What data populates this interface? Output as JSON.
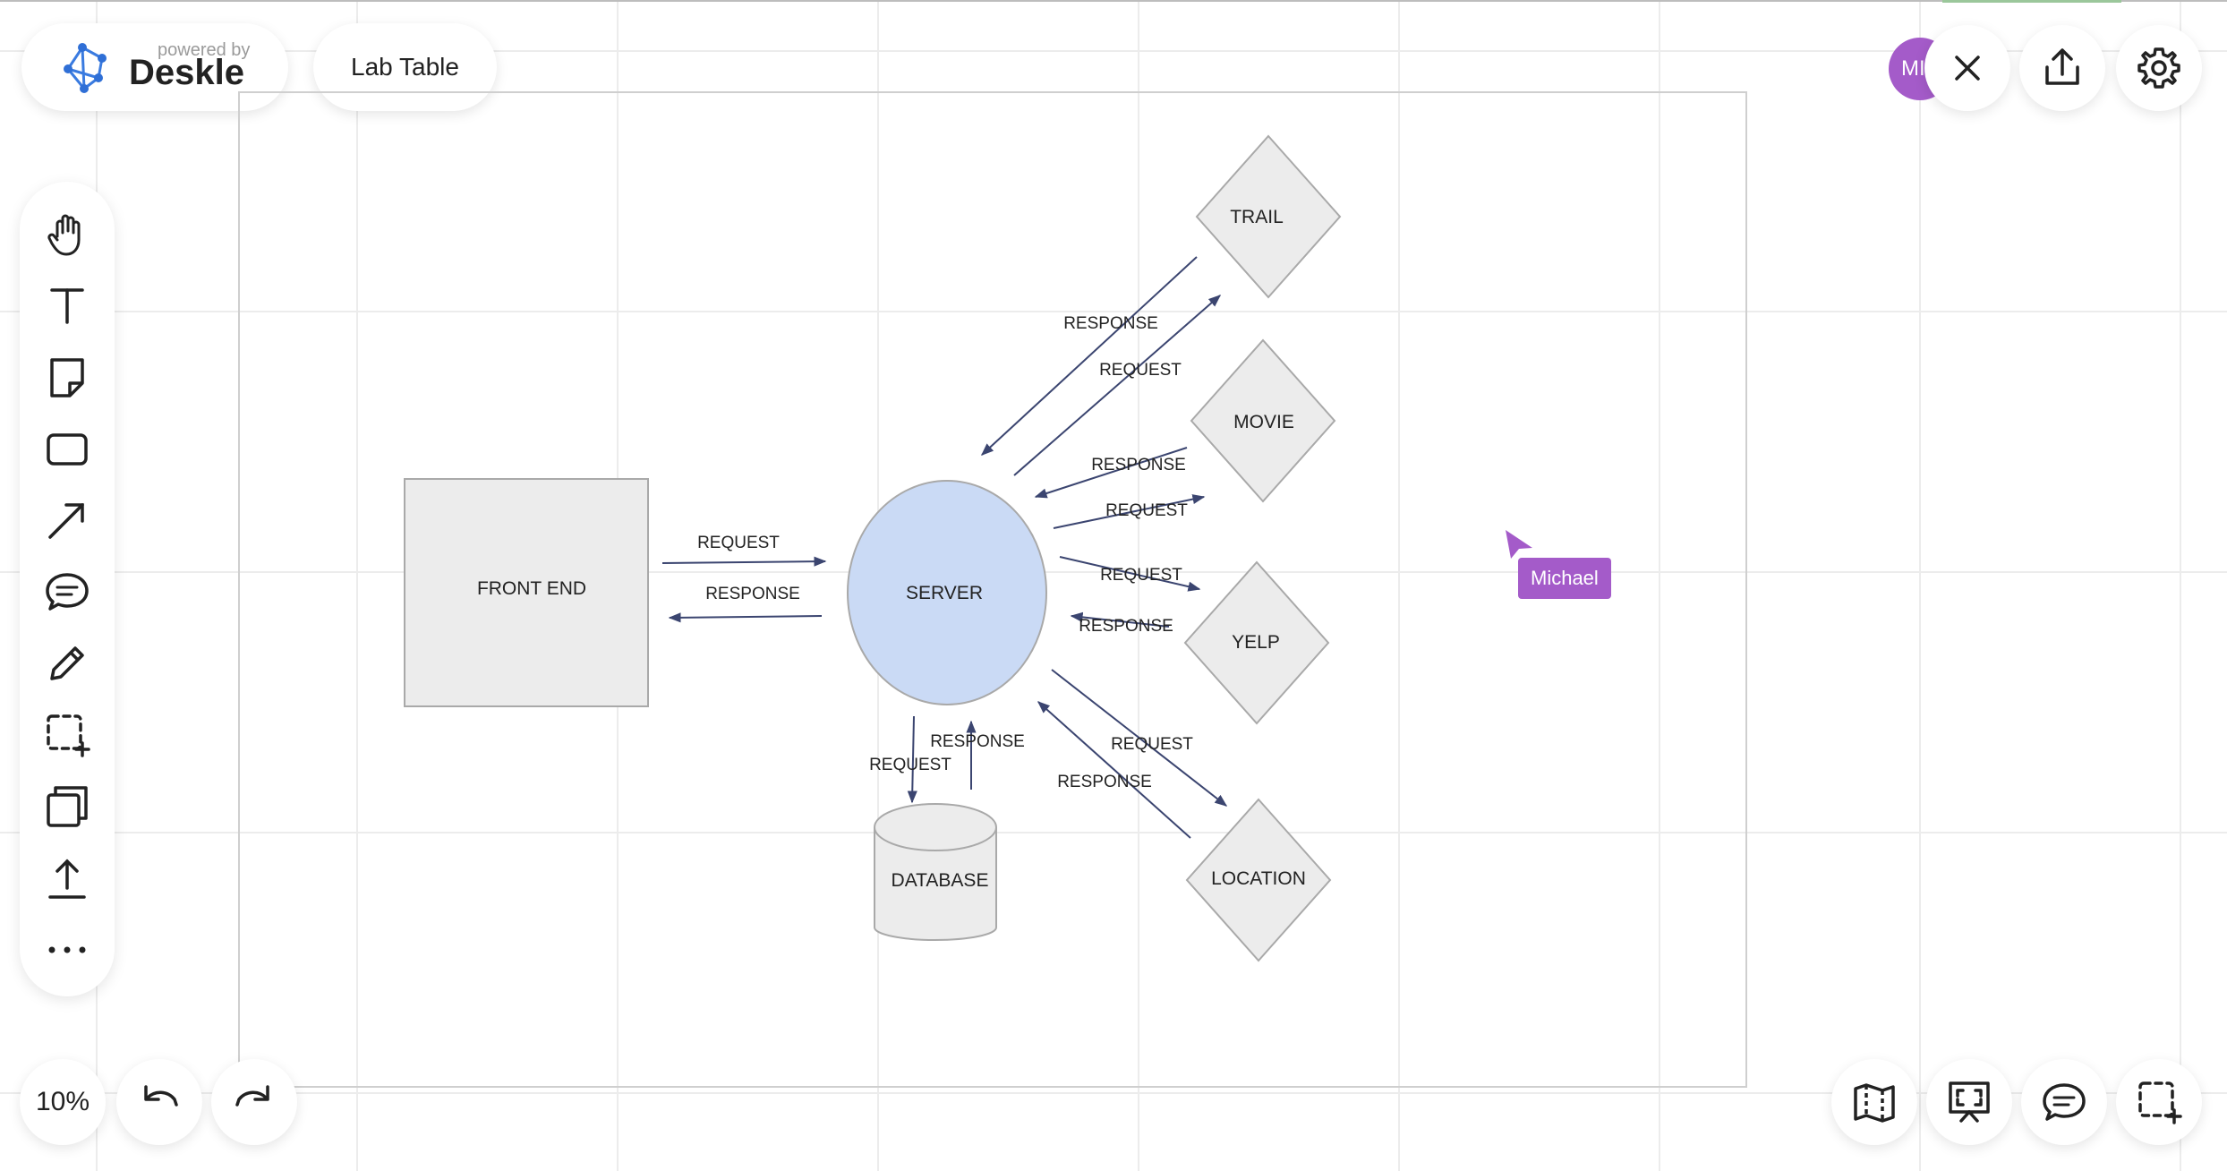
{
  "app": {
    "powered_by": "powered by",
    "brand": "Deskle",
    "board_name": "Lab Table"
  },
  "header": {
    "avatar_initials": "MI",
    "close_icon": "close-icon",
    "share_icon": "share-icon",
    "settings_icon": "gear-icon"
  },
  "toolbar": {
    "tools": [
      "hand-icon",
      "text-icon",
      "sticky-note-icon",
      "rectangle-icon",
      "arrow-icon",
      "comment-icon",
      "pencil-icon",
      "frame-select-icon",
      "layers-icon",
      "upload-icon",
      "more-icon"
    ]
  },
  "bottom_left": {
    "zoom": "10%",
    "undo_icon": "undo-icon",
    "redo_icon": "redo-icon"
  },
  "bottom_right": {
    "icons": [
      "map-icon",
      "presentation-icon",
      "chat-icon",
      "frame-add-icon"
    ]
  },
  "diagram": {
    "nodes": {
      "front_end": "FRONT END",
      "server": "SERVER",
      "database": "DATABASE",
      "trail": "TRAIL",
      "movie": "MOVIE",
      "yelp": "YELP",
      "location": "LOCATION"
    },
    "labels": {
      "request": "REQUEST",
      "response": "RESPONSE"
    }
  },
  "collaborator": {
    "name": "Michael"
  },
  "colors": {
    "accent": "#a45bc9",
    "server_fill": "#cadaf5",
    "shape_fill": "#ececec",
    "arrow": "#3b4570"
  }
}
